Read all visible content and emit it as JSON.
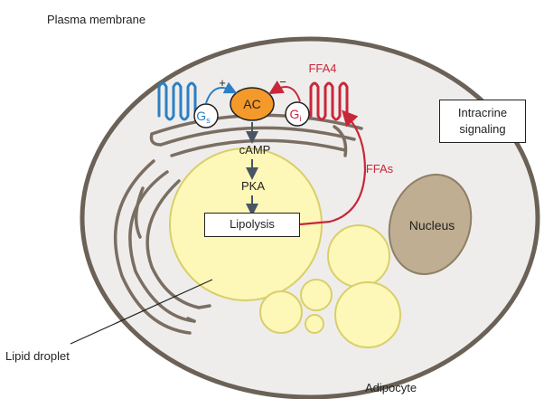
{
  "labels": {
    "plasma_membrane": "Plasma membrane",
    "adipocyte": "Adipocyte",
    "lipid_droplet": "Lipid droplet",
    "nucleus": "Nucleus",
    "ac": "AC",
    "gs_main": "G",
    "gs_sub": "s",
    "gi_main": "G",
    "gi_sub": "i",
    "plus": "+",
    "minus": "−",
    "ffa4": "FFA4",
    "camp": "cAMP",
    "pka": "PKA",
    "lipolysis": "Lipolysis",
    "ffas": "FFAs",
    "intracrine_line1": "Intracrine",
    "intracrine_line2": "signaling"
  },
  "colors": {
    "membrane": "#6b6157",
    "cytoplasm": "#efedeb",
    "er": "#7a6e63",
    "droplet_fill": "#fdf7b8",
    "droplet_stroke": "#d9cf6a",
    "nucleus_fill": "#bfae92",
    "nucleus_stroke": "#8e7e66",
    "ac_fill": "#f49a2a",
    "gs_blue": "#2b7fc4",
    "gi_red": "#c8273a",
    "arrow_dark": "#4a5563"
  }
}
